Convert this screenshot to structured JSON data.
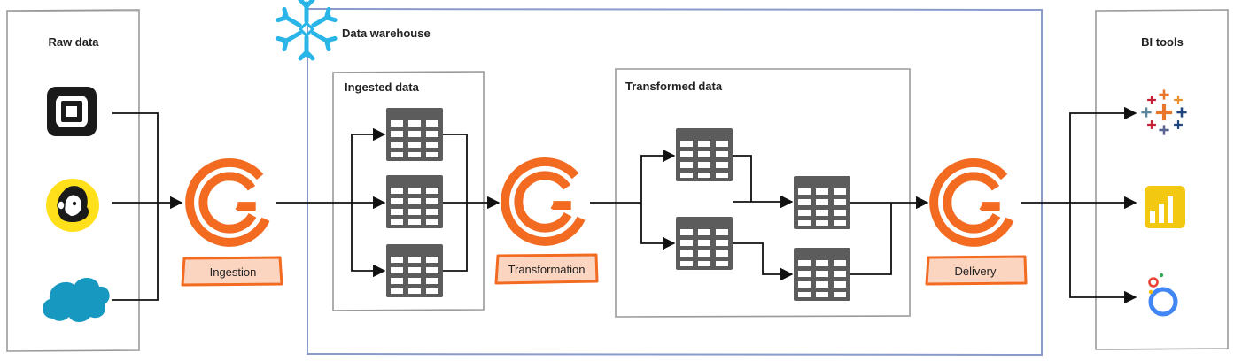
{
  "sections": {
    "raw_data": "Raw data",
    "data_warehouse": "Data warehouse",
    "ingested_data": "Ingested data",
    "transformed_data": "Transformed data",
    "bi_tools": "BI tools"
  },
  "stages": {
    "ingestion": "Ingestion",
    "transformation": "Transformation",
    "delivery": "Delivery"
  },
  "icons": {
    "sources": [
      "square-logo-icon",
      "mailchimp-logo-icon",
      "salesforce-cloud-icon"
    ],
    "pipeline": "orange-g-logo-icon",
    "warehouse": "snowflake-icon",
    "tables": "data-table-icon",
    "bi": [
      "tableau-logo-icon",
      "power-bi-logo-icon",
      "looker-logo-icon"
    ]
  },
  "colors": {
    "accent_orange": "#f26b21",
    "table_gray": "#5c5c5c",
    "warehouse_border": "#8a9acb",
    "snowflake_blue": "#29b5e8",
    "mailchimp_yellow": "#ffe01b",
    "salesforce_blue": "#1798c1"
  }
}
